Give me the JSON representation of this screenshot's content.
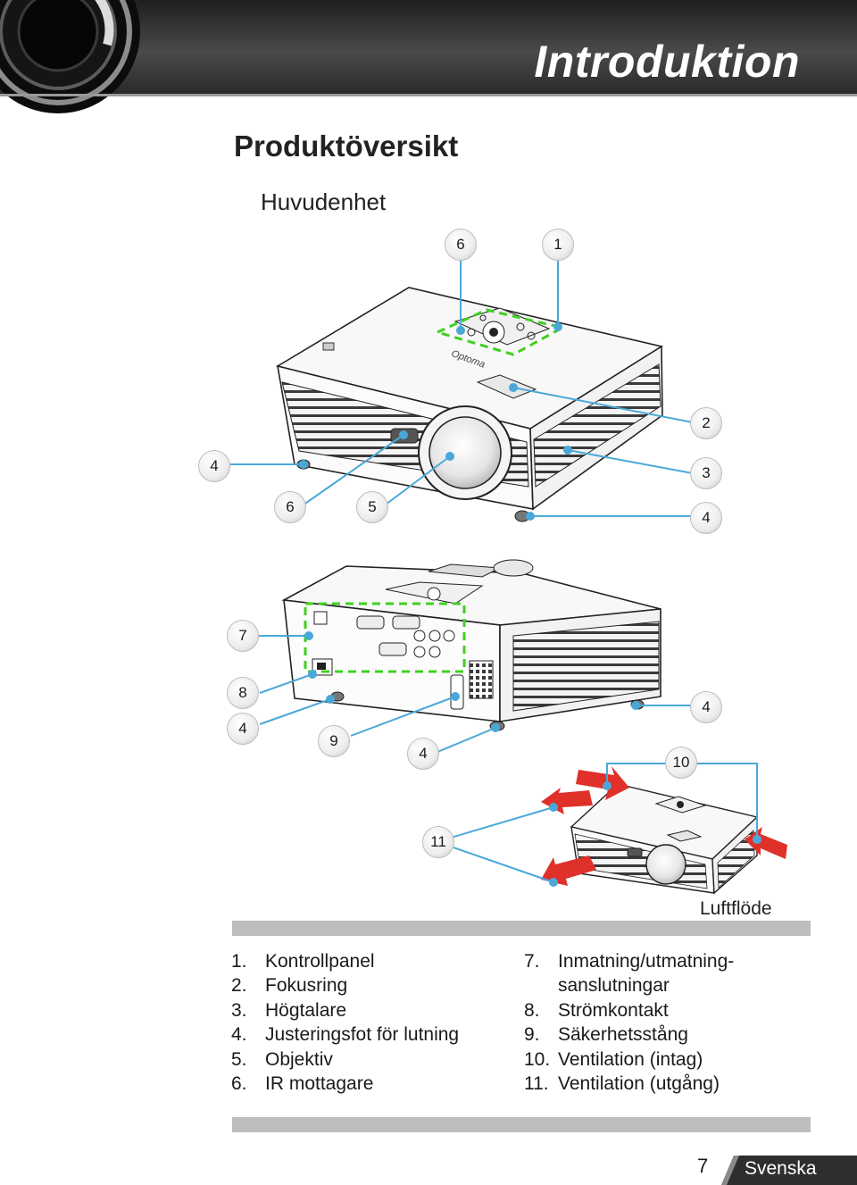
{
  "header": {
    "chapter_title": "Introduktion"
  },
  "section_title": "Produktöversikt",
  "subsection_title": "Huvudenhet",
  "callouts": {
    "top_6": "6",
    "top_1": "1",
    "c2": "2",
    "c4a": "4",
    "c3": "3",
    "c6b": "6",
    "c5": "5",
    "c4b": "4",
    "c7": "7",
    "c8": "8",
    "c4c": "4",
    "c4d": "4",
    "c9": "9",
    "c4e": "4",
    "c10": "10",
    "c11": "11"
  },
  "airflow_label": "Luftflöde",
  "legend_left": [
    {
      "num": "1.",
      "label": "Kontrollpanel"
    },
    {
      "num": "2.",
      "label": "Fokusring"
    },
    {
      "num": "3.",
      "label": "Högtalare"
    },
    {
      "num": "4.",
      "label": "Justeringsfot för lutning"
    },
    {
      "num": "5.",
      "label": "Objektiv"
    },
    {
      "num": "6.",
      "label": "IR mottagare"
    }
  ],
  "legend_right": [
    {
      "num": "7.",
      "label": "Inmatning/utmatning-"
    },
    {
      "num": "",
      "label": "sanslutningar"
    },
    {
      "num": "8.",
      "label": "Strömkontakt"
    },
    {
      "num": "9.",
      "label": "Säkerhetsstång"
    },
    {
      "num": "10.",
      "label": "Ventilation (intag)"
    },
    {
      "num": "11.",
      "label": "Ventilation (utgång)"
    }
  ],
  "footer": {
    "page_number": "7",
    "language": "Svenska"
  },
  "colors": {
    "header_dark": "#2b2b2b",
    "callout_line": "#4aa8d8",
    "highlight_dash": "#3fd020",
    "airflow_arrow": "#e0302a",
    "rule_gray": "#bdbdbd"
  }
}
